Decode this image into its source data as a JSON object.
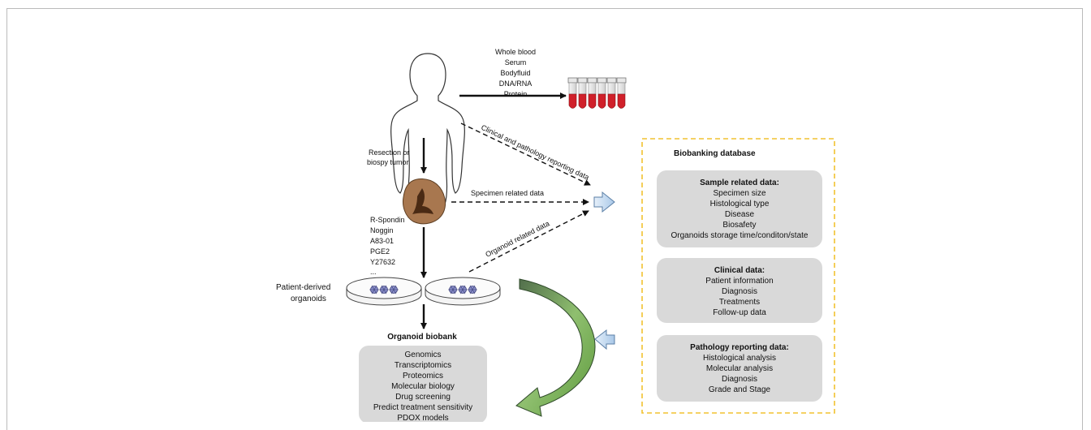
{
  "blood_samples": {
    "labels": [
      "Whole blood",
      "Serum",
      "Bodyfluid",
      "DNA/RNA",
      "Protein"
    ]
  },
  "resection_label": [
    "Resection or",
    "biospy tumor"
  ],
  "edges": {
    "clinical": "Clinical and pathology reporting data",
    "specimen": "Specimen related data",
    "organoid": "Organoid related data"
  },
  "culture_factors": [
    "R-Spondin",
    "Noggin",
    "A83-01",
    "PGE2",
    "Y27632",
    "..."
  ],
  "organoids_label": [
    "Patient-derived",
    "organoids"
  ],
  "biobank": {
    "title": "Organoid biobank",
    "items": [
      "Genomics",
      "Transcriptomics",
      "Proteomics",
      "Molecular biology",
      "Drug screening",
      "Predict treatment sensitivity",
      "PDOX models"
    ]
  },
  "database": {
    "title": "Biobanking database",
    "border_color": "#f2c230",
    "sections": [
      {
        "title": "Sample related data:",
        "items": [
          "Specimen size",
          "Histological type",
          "Disease",
          "Biosafety",
          "Organoids storage time/conditon/state"
        ]
      },
      {
        "title": "Clinical data:",
        "items": [
          "Patient information",
          "Diagnosis",
          "Treatments",
          "Follow-up data"
        ]
      },
      {
        "title": "Pathology reporting data:",
        "items": [
          "Histological analysis",
          "Molecular analysis",
          "Diagnosis",
          "Grade and Stage"
        ]
      }
    ]
  },
  "colors": {
    "panel_gray": "#d9d9d9",
    "tube_red": "#d0202a",
    "tissue_brown": "#a8774f",
    "curved_arrow_green": "#6aa84f",
    "block_arrow_blue": "#bcd6ee"
  }
}
